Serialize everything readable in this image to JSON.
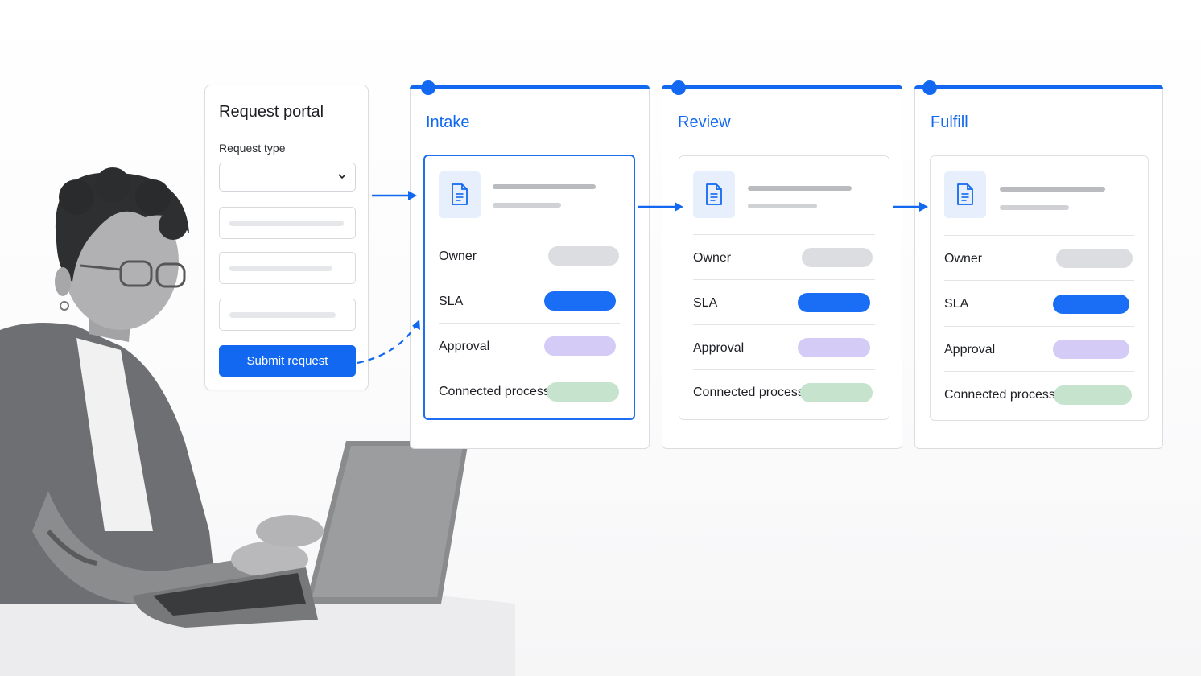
{
  "colors": {
    "accent": "#1268f0",
    "owner_pill": "#dcdde0",
    "sla_pill": "#1a6ef5",
    "approval_pill": "#d4ccf7",
    "connected_pill": "#c6e4cd"
  },
  "portal": {
    "title": "Request portal",
    "request_type_label": "Request type",
    "request_type_value": "",
    "submit_label": "Submit request"
  },
  "stages": [
    {
      "title": "Intake",
      "active": true,
      "rows": [
        {
          "label": "Owner",
          "pill": "gray"
        },
        {
          "label": "SLA",
          "pill": "blue"
        },
        {
          "label": "Approval",
          "pill": "purple"
        },
        {
          "label": "Connected process",
          "pill": "green"
        }
      ]
    },
    {
      "title": "Review",
      "active": false,
      "rows": [
        {
          "label": "Owner",
          "pill": "gray"
        },
        {
          "label": "SLA",
          "pill": "blue"
        },
        {
          "label": "Approval",
          "pill": "purple"
        },
        {
          "label": "Connected process",
          "pill": "green"
        }
      ]
    },
    {
      "title": "Fulfill",
      "active": false,
      "rows": [
        {
          "label": "Owner",
          "pill": "gray"
        },
        {
          "label": "SLA",
          "pill": "blue"
        },
        {
          "label": "Approval",
          "pill": "purple"
        },
        {
          "label": "Connected process",
          "pill": "green"
        }
      ]
    }
  ],
  "icons": {
    "dropdown": "chevron-down-icon",
    "document": "document-icon",
    "stage_marker": "stage-marker-dot",
    "flow": "arrow-right-icon"
  }
}
